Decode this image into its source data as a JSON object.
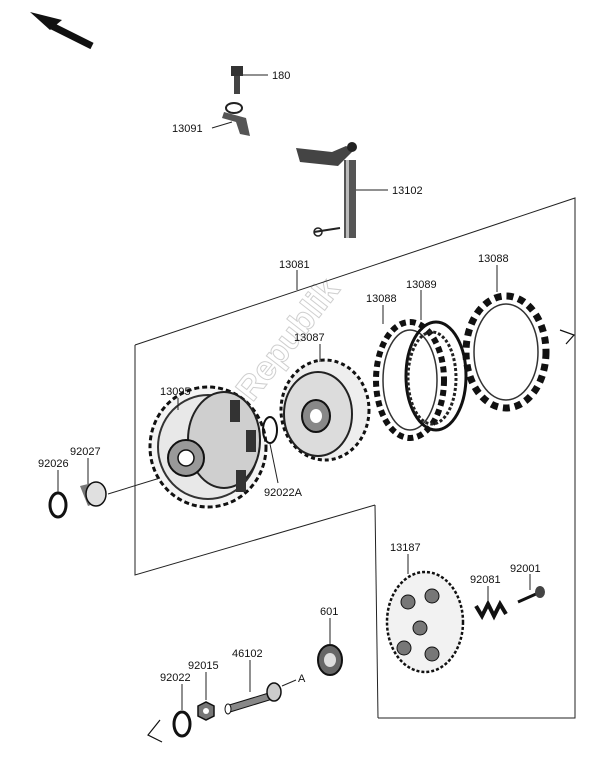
{
  "watermark": "PartsRepublik",
  "labels": {
    "p180": "180",
    "p13091": "13091",
    "p13102": "13102",
    "p13081": "13081",
    "p13088a": "13088",
    "p13089": "13089",
    "p13088b": "13088",
    "p13087": "13087",
    "p13095": "13095",
    "p92027": "92027",
    "p92026": "92026",
    "p92022A": "92022A",
    "p13187": "13187",
    "p92081": "92081",
    "p92001": "92001",
    "p601": "601",
    "p46102": "46102",
    "p92015": "92015",
    "p92022": "92022",
    "refA": "A"
  }
}
